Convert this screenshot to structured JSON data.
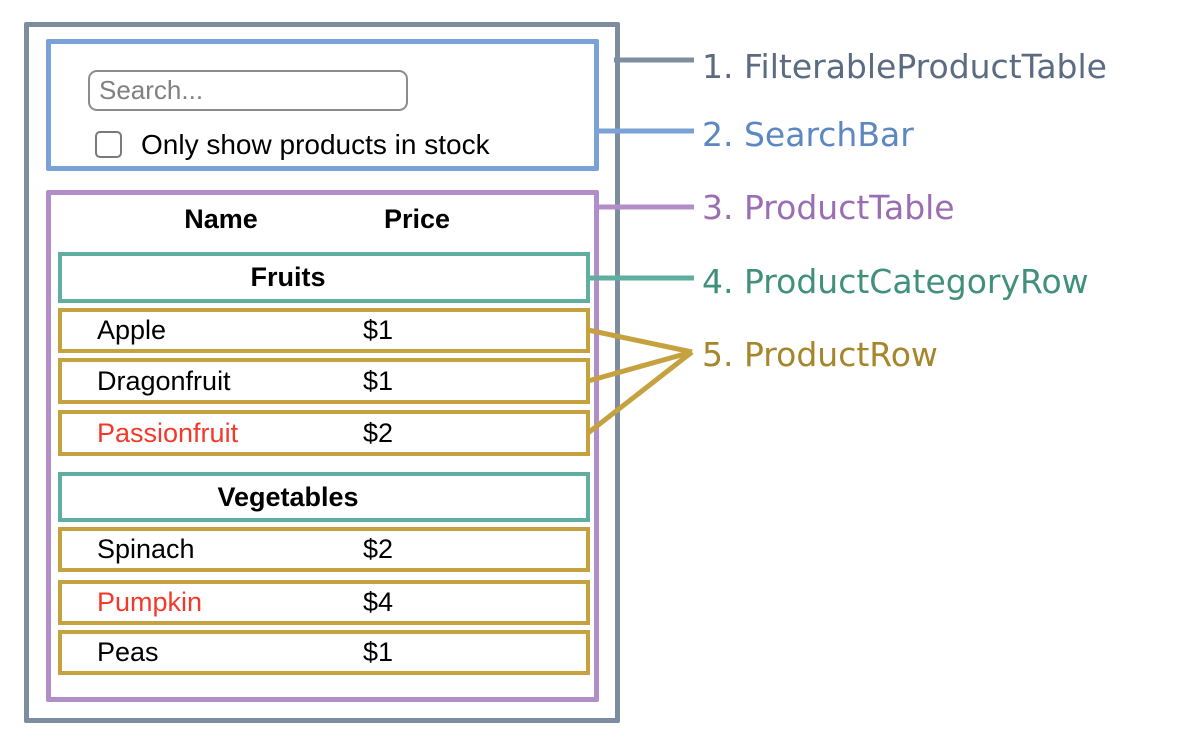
{
  "colors": {
    "background": "#FFFFFF",
    "text": "#000000",
    "outer": "#7E8CA0",
    "outer-text": "#5B6C82",
    "blue": "#7BA2D6",
    "blue-text": "#5C87C2",
    "purple": "#B28EC9",
    "purple-text": "#9B6EB4",
    "teal": "#5FAEA0",
    "teal-text": "#41907C",
    "gold": "#C6A13F",
    "gold-text": "#A6862B",
    "red": "#F4382A",
    "input-border": "#8C8C8C",
    "placeholder": "#808080",
    "checkbox-border": "#7A7A7A"
  },
  "search_bar": {
    "placeholder": "Search...",
    "checkbox_label": "Only show products in stock",
    "checkbox_checked": false
  },
  "table": {
    "name_header": "Name",
    "price_header": "Price",
    "sections": [
      {
        "category": "Fruits",
        "rows": [
          {
            "name": "Apple",
            "price": "$1",
            "out_of_stock": false
          },
          {
            "name": "Dragonfruit",
            "price": "$1",
            "out_of_stock": false
          },
          {
            "name": "Passionfruit",
            "price": "$2",
            "out_of_stock": true
          }
        ]
      },
      {
        "category": "Vegetables",
        "rows": [
          {
            "name": "Spinach",
            "price": "$2",
            "out_of_stock": false
          },
          {
            "name": "Pumpkin",
            "price": "$4",
            "out_of_stock": true
          },
          {
            "name": "Peas",
            "price": "$1",
            "out_of_stock": false
          }
        ]
      }
    ]
  },
  "legend": [
    {
      "label": "1. FilterableProductTable"
    },
    {
      "label": "2. SearchBar"
    },
    {
      "label": "3. ProductTable"
    },
    {
      "label": "4. ProductCategoryRow"
    },
    {
      "label": "5. ProductRow"
    }
  ]
}
